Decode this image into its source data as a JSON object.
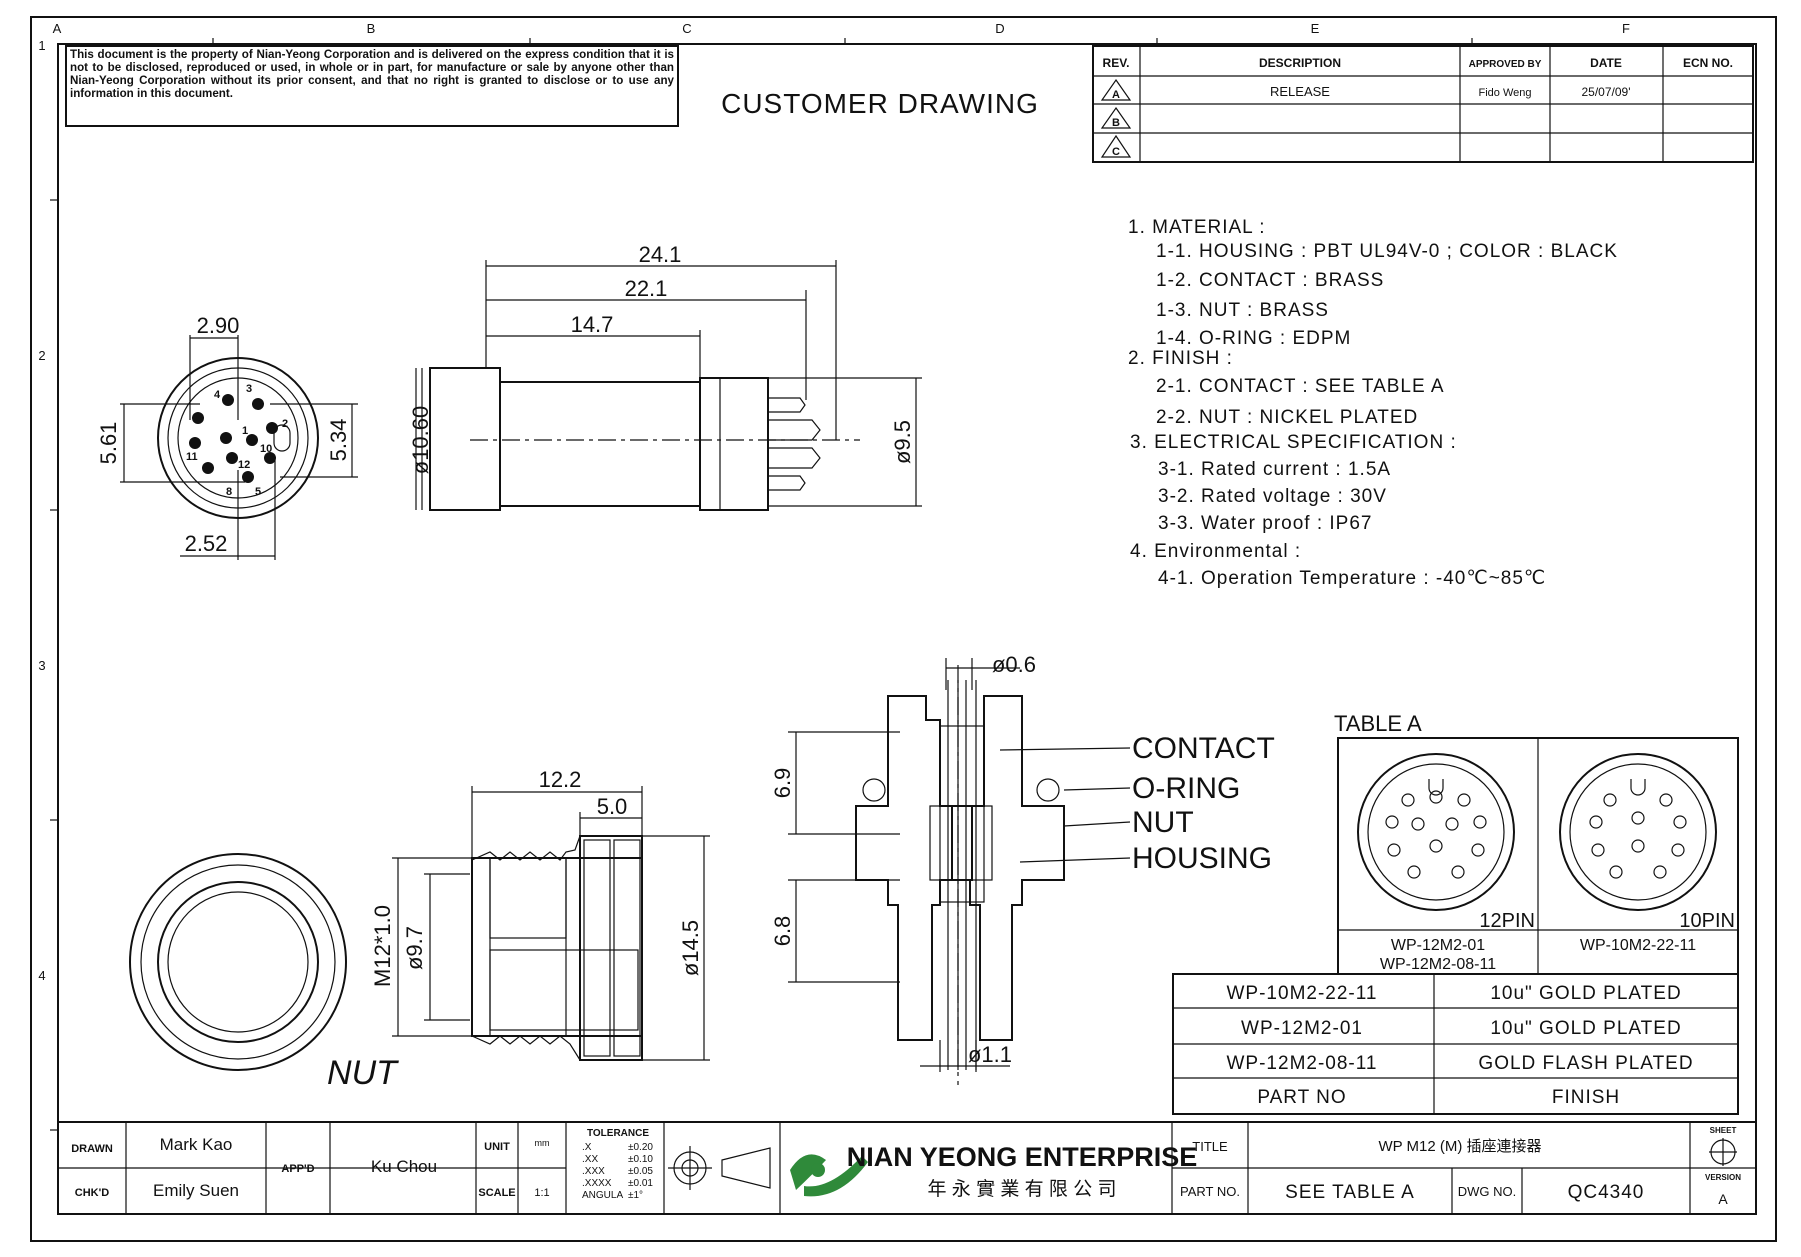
{
  "border": {
    "columns": [
      "A",
      "B",
      "C",
      "D",
      "E",
      "F"
    ],
    "rows": [
      "1",
      "2",
      "3",
      "4"
    ]
  },
  "notice": "This document is the property of Nian-Yeong Corporation and is delivered on the express condition that it is not to be disclosed, reproduced or used, in whole or in part, for manufacture or sale by anyone other than Nian-Yeong Corporation without its prior consent, and that no right is granted to disclose or to use any information in this document.",
  "heading": "CUSTOMER DRAWING",
  "revision_table": {
    "headers": [
      "REV.",
      "DESCRIPTION",
      "APPROVED BY",
      "DATE",
      "ECN NO."
    ],
    "rows": [
      {
        "rev": "A",
        "description": "RELEASE",
        "approved_by": "Fido Weng",
        "date": "25/07/09'",
        "ecn": ""
      },
      {
        "rev": "B",
        "description": "",
        "approved_by": "",
        "date": "",
        "ecn": ""
      },
      {
        "rev": "C",
        "description": "",
        "approved_by": "",
        "date": "",
        "ecn": ""
      }
    ]
  },
  "notes": [
    "1. MATERIAL :",
    "1-1. HOUSING : PBT UL94V-0 ; COLOR : BLACK",
    "1-2. CONTACT : BRASS",
    "1-3. NUT : BRASS",
    "1-4. O-RING : EDPM",
    "2. FINISH :",
    "2-1. CONTACT : SEE TABLE A",
    "2-2. NUT : NICKEL PLATED",
    "3. ELECTRICAL SPECIFICATION :",
    "3-1. Rated current : 1.5A",
    "3-2. Rated voltage : 30V",
    "3-3. Water proof : IP67",
    "4. Environmental :",
    "4-1. Operation Temperature : -40℃~85℃"
  ],
  "front_view": {
    "dims": {
      "top": "2.90",
      "left": "5.61",
      "right": "5.34",
      "bottom": "2.52"
    },
    "pin_labels": [
      "4",
      "3",
      "1",
      "2",
      "10",
      "11",
      "12",
      "8",
      "5"
    ]
  },
  "side_view": {
    "dims": {
      "overall": "24.1",
      "middle": "22.1",
      "short": "14.7",
      "dia_left": "ø10.60",
      "dia_right": "ø9.5"
    }
  },
  "nut_view": {
    "label": "NUT",
    "dims": {
      "length": "12.2",
      "knurl": "5.0",
      "thread": "M12*1.0",
      "inner_dia": "ø9.7",
      "outer_dia": "ø14.5"
    }
  },
  "section_view": {
    "dims": {
      "top": "ø0.6",
      "upper": "6.9",
      "lower": "6.8",
      "bottom": "ø1.1"
    },
    "callouts": [
      "CONTACT",
      "O-RING",
      "NUT",
      "HOUSING"
    ]
  },
  "table_a": {
    "title": "TABLE A",
    "pinouts": [
      {
        "label": "12PIN",
        "parts": [
          "WP-12M2-01",
          "WP-12M2-08-11"
        ]
      },
      {
        "label": "10PIN",
        "parts": [
          "WP-10M2-22-11"
        ]
      }
    ],
    "rows": [
      {
        "part": "WP-10M2-22-11",
        "finish": "10u\" GOLD PLATED"
      },
      {
        "part": "WP-12M2-01",
        "finish": "10u\" GOLD PLATED"
      },
      {
        "part": "WP-12M2-08-11",
        "finish": "GOLD FLASH PLATED"
      }
    ],
    "footer": {
      "part": "PART NO",
      "finish": "FINISH"
    }
  },
  "title_block": {
    "drawn_label": "DRAWN",
    "drawn": "Mark Kao",
    "chkd_label": "CHK'D",
    "chkd": "Emily Suen",
    "appd_label": "APP'D",
    "appd": "Ku Chou",
    "unit_label": "UNIT",
    "unit": "mm",
    "scale_label": "SCALE",
    "scale": "1:1",
    "tolerance": {
      "title": "TOLERANCE",
      "rows": [
        {
          "k": ".X",
          "v": "±0.20"
        },
        {
          "k": ".XX",
          "v": "±0.10"
        },
        {
          "k": ".XXX",
          "v": "±0.05"
        },
        {
          "k": ".XXXX",
          "v": "±0.01"
        },
        {
          "k": "ANGULA",
          "v": "±1°"
        }
      ]
    },
    "company_en": "NIAN YEONG ENTERPRISE",
    "company_zh": "年 永 實 業 有 限 公 司",
    "title_label": "TITLE",
    "title": "WP M12 (M) 插座連接器",
    "part_label": "PART NO.",
    "part": "SEE TABLE A",
    "dwg_label": "DWG NO.",
    "dwg": "QC4340",
    "sheet_label": "SHEET",
    "version_label": "VERSION",
    "version": "A"
  }
}
